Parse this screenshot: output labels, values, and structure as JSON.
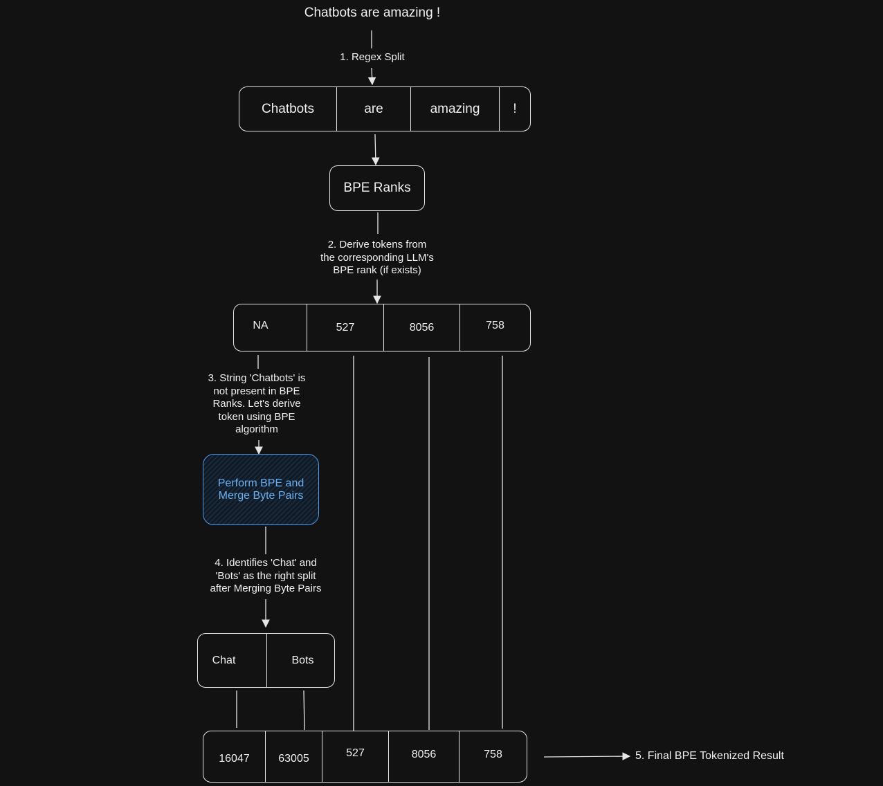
{
  "title": "Chatbots are amazing !",
  "steps": {
    "s1": "1. Regex Split",
    "s2": [
      "2. Derive tokens from",
      "the corresponding LLM's",
      "BPE rank (if exists)"
    ],
    "s3": [
      "3. String 'Chatbots' is",
      "not present in BPE",
      "Ranks. Let's derive",
      "token using BPE",
      "algorithm"
    ],
    "s4": [
      "4. Identifies 'Chat' and",
      "'Bots' as the right split",
      "after Merging Byte Pairs"
    ],
    "s5": "5. Final BPE Tokenized Result"
  },
  "split_words": [
    "Chatbots",
    "are",
    "amazing",
    "!"
  ],
  "bpe_ranks_label": "BPE Ranks",
  "rank_tokens": [
    "NA",
    "527",
    "8056",
    "758"
  ],
  "bpe_process": [
    "Perform BPE and",
    "Merge Byte Pairs"
  ],
  "sub_words": [
    "Chat",
    "Bots"
  ],
  "final_tokens": [
    "16047",
    "63005",
    "527",
    "8056",
    "758"
  ],
  "colors": {
    "background": "#121212",
    "stroke": "#e6e6e6",
    "accent": "#4a9ce8"
  }
}
